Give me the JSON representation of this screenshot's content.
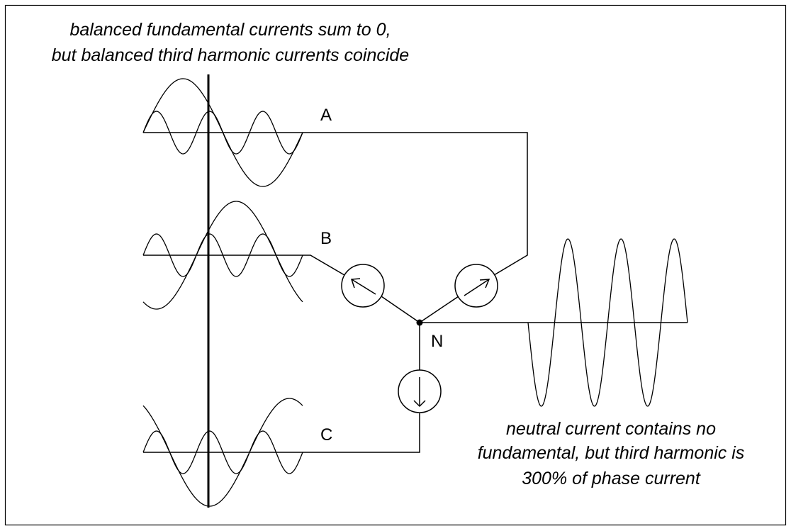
{
  "top_caption": [
    "balanced fundamental currents sum to 0,",
    "but balanced third harmonic currents coincide"
  ],
  "bottom_caption": [
    "neutral current contains no",
    "fundamental, but third harmonic is",
    "300% of phase current"
  ],
  "phase_labels": {
    "a": "A",
    "b": "B",
    "c": "C",
    "n": "N"
  },
  "phase_shifts_deg": {
    "a": 0,
    "b": -120,
    "c": 120
  },
  "third_harmonic_ratio_neutral": 3
}
